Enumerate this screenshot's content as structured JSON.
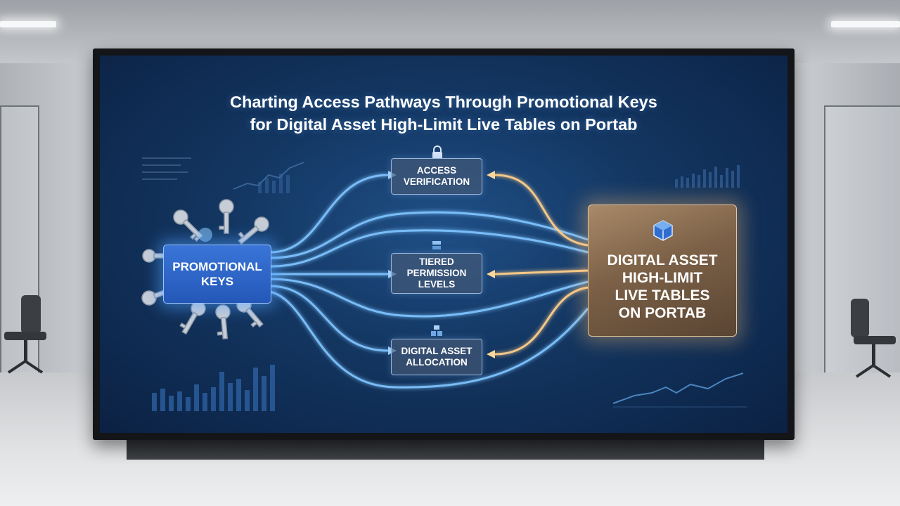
{
  "title": {
    "line1": "Charting Access Pathways Through Promotional Keys",
    "line2": "for Digital Asset High-Limit Live Tables on Portab"
  },
  "source": {
    "line1": "PROMOTIONAL",
    "line2": "KEYS",
    "icon": "key-icon"
  },
  "steps": [
    {
      "line1": "ACCESS",
      "line2": "VERIFICATION",
      "line3": "",
      "icon": "lock-icon"
    },
    {
      "line1": "TIERED",
      "line2": "PERMISSION",
      "line3": "LEVELS",
      "icon": "stack-icon"
    },
    {
      "line1": "DIGITAL ASSET",
      "line2": "ALLOCATION",
      "line3": "",
      "icon": "blocks-icon"
    }
  ],
  "target": {
    "line1": "DIGITAL ASSET",
    "line2": "HIGH-LIMIT",
    "line3": "LIVE TABLES",
    "line4": "ON PORTAB",
    "icon": "cube-icon"
  },
  "colors": {
    "screen_bg": "#133661",
    "flow_blue": "#7fc4ff",
    "flow_gold": "#ffcf8a",
    "promo_box": "#2f6ad0",
    "target_box": "#7c6147"
  }
}
